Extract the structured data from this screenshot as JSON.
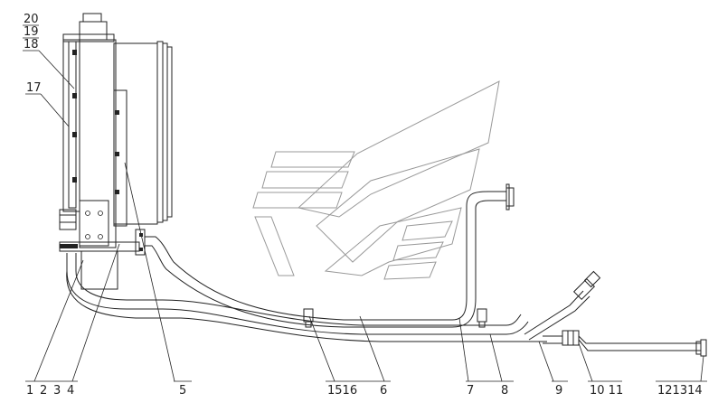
{
  "drawing": {
    "labels_top": [
      "20",
      "19",
      "18",
      "17"
    ],
    "labels_bottom": {
      "l_1": "1",
      "l_2": "2",
      "l_3": "3",
      "l_4": "4",
      "l_5": "5",
      "l_1516": "1516",
      "l_6": "6",
      "l_7": "7",
      "l_8": "8",
      "l_9": "9",
      "l_1011": "10 11",
      "l_121314": "121314"
    }
  }
}
